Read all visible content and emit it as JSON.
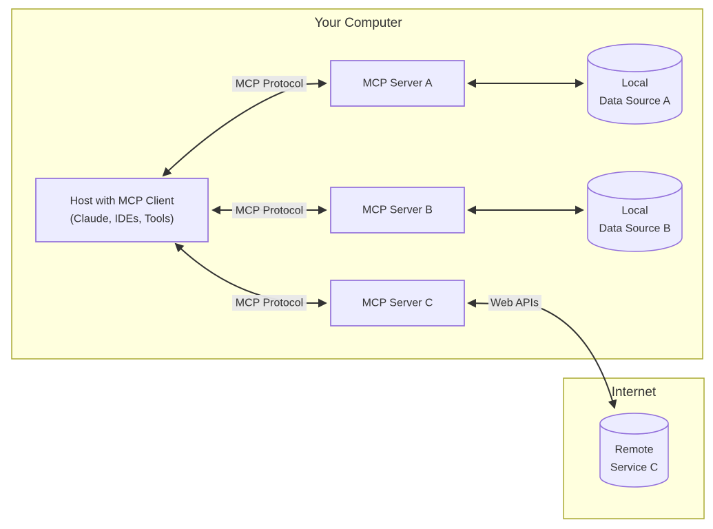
{
  "colors": {
    "page-bg": "#ffffff",
    "cluster-fill": "#ffffde",
    "cluster-stroke": "#aaaa33",
    "node-fill": "#ececff",
    "node-stroke": "#9370db",
    "edge-stroke": "#333333",
    "edge-label-bg": "#e8e8e8",
    "text-color": "#333333"
  },
  "containers": {
    "your_computer": {
      "title": "Your Computer"
    },
    "internet": {
      "title": "Internet"
    }
  },
  "nodes": {
    "host": {
      "line1": "Host with MCP Client",
      "line2": "(Claude, IDEs, Tools)"
    },
    "server_a": {
      "label": "MCP Server A"
    },
    "server_b": {
      "label": "MCP Server B"
    },
    "server_c": {
      "label": "MCP Server C"
    },
    "data_source_a": {
      "line1": "Local",
      "line2": "Data Source A"
    },
    "data_source_b": {
      "line1": "Local",
      "line2": "Data Source B"
    },
    "remote_service_c": {
      "line1": "Remote",
      "line2": "Service C"
    }
  },
  "edge_labels": {
    "host_server_a": "MCP Protocol",
    "host_server_b": "MCP Protocol",
    "host_server_c": "MCP Protocol",
    "server_c_remote": "Web APIs"
  }
}
